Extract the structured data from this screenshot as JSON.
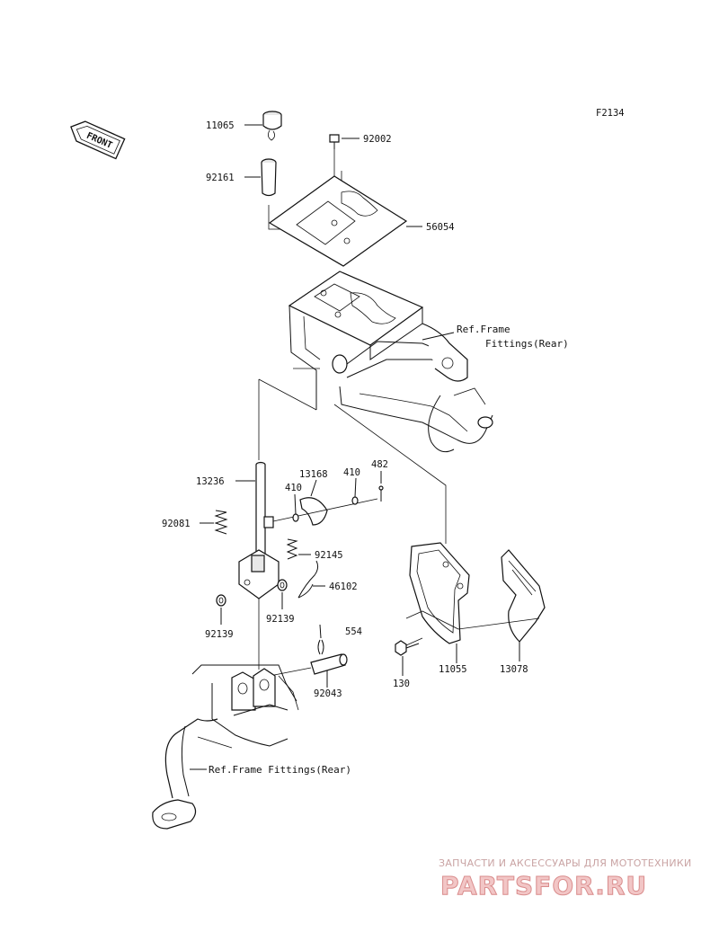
{
  "diagram": {
    "code": "F2134",
    "front_label": "FRONT",
    "part_numbers": {
      "p11065": "11065",
      "p92002": "92002",
      "p92161": "92161",
      "p56054": "56054",
      "p13236": "13236",
      "p13168": "13168",
      "p410a": "410",
      "p410b": "410",
      "p482": "482",
      "p92081": "92081",
      "p92145": "92145",
      "p46102": "46102",
      "p92139a": "92139",
      "p92139b": "92139",
      "p554": "554",
      "p92043": "92043",
      "p11055": "11055",
      "p13078": "13078",
      "p130": "130"
    },
    "refs": {
      "ref_rear_1": "Ref.Frame",
      "ref_rear_2": "Fittings(Rear)",
      "ref_bottom": "Ref.Frame Fittings(Rear)"
    }
  },
  "watermark": {
    "top": "ЗАПЧАСТИ И АКСЕССУАРЫ ДЛЯ МОТОТЕХНИКИ",
    "brand": "PARTSFOR.RU"
  }
}
